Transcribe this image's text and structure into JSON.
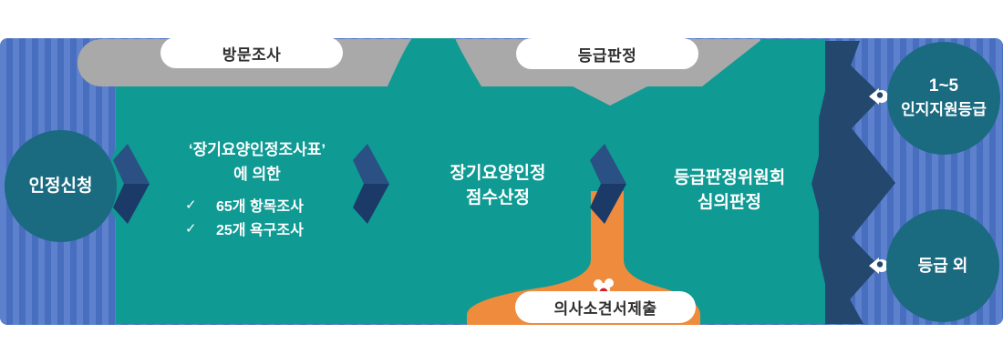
{
  "palette": {
    "background": "#ffffff",
    "blue_band": "#4b73c7",
    "blue_stripe": "#6189d6",
    "gray_callout": "#a9a9a9",
    "teal": "#0f9a93",
    "navy_band": "#24476e",
    "chevron_light": "#2b5083",
    "chevron_dark": "#1b3a68",
    "dark_circle": "#1a6a80",
    "orange": "#ee8b3d",
    "pill_bg": "#ffffff",
    "pill_text": "#2e2e2e",
    "white": "#ffffff",
    "red_dot": "#d21f26"
  },
  "flow": {
    "start": {
      "label": "인정신청"
    },
    "visit_survey": {
      "pill": "방문조사",
      "based_on_line1": "‘장기요양인정조사표’",
      "based_on_line2": "에 의한",
      "check_mark": "✓",
      "items": [
        "65개 항목조사",
        "25개 욕구조사"
      ]
    },
    "scoring": {
      "line1": "장기요양인정",
      "line2": "점수산정"
    },
    "grading": {
      "pill": "등급판정",
      "committee_line1": "등급판정위원회",
      "committee_line2": "심의판정"
    },
    "doctor_opinion": {
      "pill": "의사소견서제출"
    },
    "outcomes": {
      "grade": {
        "line1": "1~5",
        "line2": "인지지원등급"
      },
      "no_grade": {
        "label": "등급 외"
      }
    }
  }
}
